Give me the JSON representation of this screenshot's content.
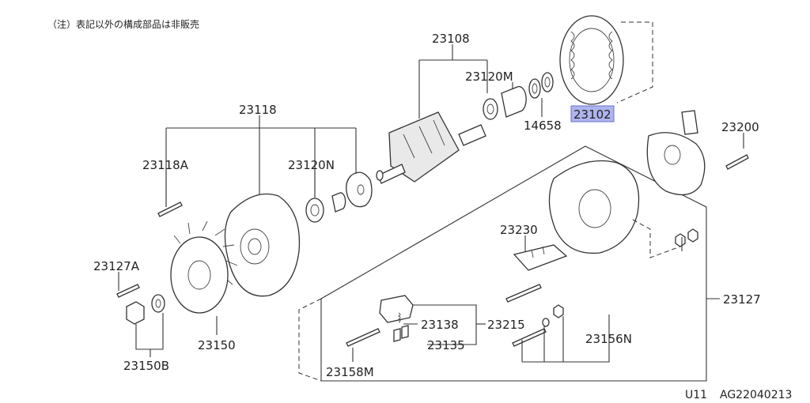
{
  "note": "（注）表記以外の構成部品は非販売",
  "footer": {
    "model": "U11",
    "code": "AG22040213"
  },
  "highlight_color": "#aeb4ee",
  "parts": [
    {
      "id": "p23108",
      "label": "23108"
    },
    {
      "id": "p23120M",
      "label": "23120M"
    },
    {
      "id": "p23102",
      "label": "23102",
      "highlighted": true
    },
    {
      "id": "p14658",
      "label": "14658"
    },
    {
      "id": "p23118",
      "label": "23118"
    },
    {
      "id": "p23118A",
      "label": "23118A"
    },
    {
      "id": "p23120N",
      "label": "23120N"
    },
    {
      "id": "p23200",
      "label": "23200"
    },
    {
      "id": "p23230",
      "label": "23230"
    },
    {
      "id": "p23127A",
      "label": "23127A"
    },
    {
      "id": "p23127",
      "label": "23127"
    },
    {
      "id": "p23138",
      "label": "23138"
    },
    {
      "id": "p23215",
      "label": "23215"
    },
    {
      "id": "p23135",
      "label": "23135"
    },
    {
      "id": "p23156N",
      "label": "23156N"
    },
    {
      "id": "p23150",
      "label": "23150"
    },
    {
      "id": "p23150B",
      "label": "23150B"
    },
    {
      "id": "p23158M",
      "label": "23158M"
    }
  ]
}
